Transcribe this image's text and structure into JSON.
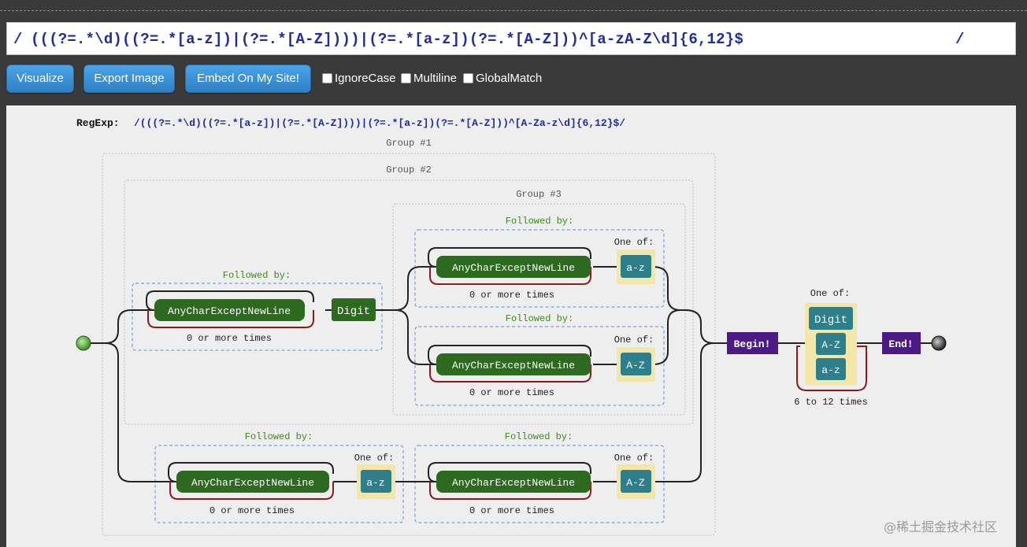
{
  "regex_input": {
    "open_slash": "/",
    "text": "(((?=.*\\d)((?=.*[a-z])|(?=.*[A-Z])))|(?=.*[a-z])(?=.*[A-Z]))^[a-zA-Z\\d]{6,12}$",
    "close_slash": "/"
  },
  "toolbar": {
    "visualize": "Visualize",
    "export_image": "Export Image",
    "embed": "Embed On My Site!",
    "ignore_case": "IgnoreCase",
    "multiline": "Multiline",
    "global_match": "GlobalMatch"
  },
  "diagram": {
    "regexp_label": "RegExp:",
    "regexp_value": "/(((?=.*\\d)((?=.*[a-z])|(?=.*[A-Z])))|(?=.*[a-z])(?=.*[A-Z]))^[A-Za-z\\d]{6,12}$/",
    "group1": "Group #1",
    "group2": "Group #2",
    "group3": "Group #3",
    "followed_by": "Followed by:",
    "one_of": "One of:",
    "any_char": "AnyCharExceptNewLine",
    "zero_or_more": "0 or more times",
    "digit": "Digit",
    "lower": "a-z",
    "upper": "A-Z",
    "begin": "Begin!",
    "end": "End!",
    "six_to_twelve": "6 to 12 times"
  },
  "watermark": "@稀土掘金技术社区",
  "colors": {
    "accent_blue": "#1d2e9b",
    "node_green": "#2d6a1f",
    "node_teal": "#2e7f8a",
    "node_purple": "#4b1a86",
    "loop_red": "#8a1c1c",
    "label_green": "#3a8a1a"
  }
}
